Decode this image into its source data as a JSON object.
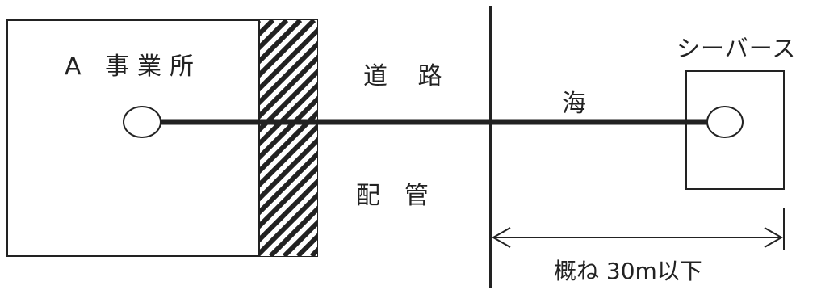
{
  "labels": {
    "facility": "A 事業所",
    "road": "道 路",
    "pipe": "配　管",
    "sea": "海",
    "berth": "シーバース",
    "distance": "概ね 30m以下"
  },
  "colors": {
    "line": "#222222",
    "background": "#ffffff"
  }
}
